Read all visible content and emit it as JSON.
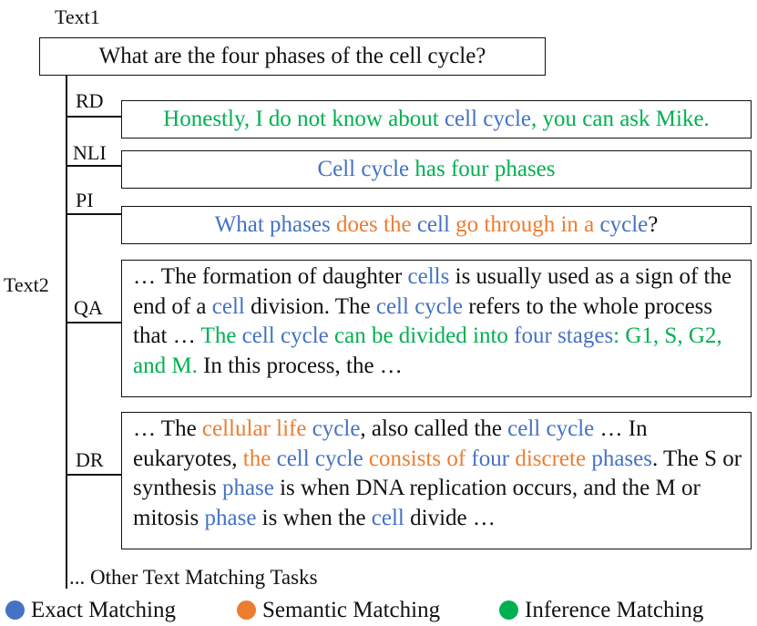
{
  "labels": {
    "text1": "Text1",
    "text2": "Text2",
    "rd": "RD",
    "nli": "NLI",
    "pi": "PI",
    "qa": "QA",
    "dr": "DR",
    "other": "... Other Text Matching Tasks"
  },
  "question": "What are the four phases of the cell cycle?",
  "rd_segments": [
    {
      "t": "Honestly, I do not know about ",
      "c": "inference"
    },
    {
      "t": "cell cycle",
      "c": "exact"
    },
    {
      "t": ", you can ask Mike.",
      "c": "inference"
    }
  ],
  "nli_segments": [
    {
      "t": "Cell cycle",
      "c": "exact"
    },
    {
      "t": " has four phases",
      "c": "inference"
    }
  ],
  "pi_segments": [
    {
      "t": "What phases ",
      "c": "exact"
    },
    {
      "t": "does the ",
      "c": "semantic"
    },
    {
      "t": "cell ",
      "c": "exact"
    },
    {
      "t": "go through in a ",
      "c": "semantic"
    },
    {
      "t": "cycle",
      "c": "exact"
    },
    {
      "t": "?",
      "c": "plain"
    }
  ],
  "qa_segments": [
    {
      "t": "… The formation of daughter ",
      "c": "plain"
    },
    {
      "t": "cells",
      "c": "exact"
    },
    {
      "t": " is usually used as a sign of the end of a ",
      "c": "plain"
    },
    {
      "t": "cell",
      "c": "exact"
    },
    {
      "t": " division. The ",
      "c": "plain"
    },
    {
      "t": "cell cycle",
      "c": "exact"
    },
    {
      "t": " refers to the whole process that … ",
      "c": "plain"
    },
    {
      "t": "The ",
      "c": "inference"
    },
    {
      "t": "cell cycle",
      "c": "exact"
    },
    {
      "t": " can be divided into ",
      "c": "inference"
    },
    {
      "t": "four stages",
      "c": "exact"
    },
    {
      "t": ":  G1, S, G2, and M.",
      "c": "inference"
    },
    {
      "t": " In this process, the …",
      "c": "plain"
    }
  ],
  "dr_segments": [
    {
      "t": "… The ",
      "c": "plain"
    },
    {
      "t": "cellular life",
      "c": "semantic"
    },
    {
      "t": " cycle",
      "c": "exact"
    },
    {
      "t": ", also called the ",
      "c": "plain"
    },
    {
      "t": "cell cycle",
      "c": "exact"
    },
    {
      "t": " … In eukaryotes, ",
      "c": "plain"
    },
    {
      "t": "the ",
      "c": "semantic"
    },
    {
      "t": "cell cycle",
      "c": "exact"
    },
    {
      "t": " consists of ",
      "c": "semantic"
    },
    {
      "t": "four",
      "c": "exact"
    },
    {
      "t": " discrete",
      "c": "semantic"
    },
    {
      "t": " phases",
      "c": "exact"
    },
    {
      "t": ". The S or synthesis ",
      "c": "plain"
    },
    {
      "t": "phase",
      "c": "exact"
    },
    {
      "t": " is when DNA replication occurs, and the M or mitosis ",
      "c": "plain"
    },
    {
      "t": "phase",
      "c": "exact"
    },
    {
      "t": " is when the ",
      "c": "plain"
    },
    {
      "t": "cell",
      "c": "exact"
    },
    {
      "t": " divide …",
      "c": "plain"
    }
  ],
  "legend": [
    {
      "label": "Exact Matching",
      "color": "#4472C4"
    },
    {
      "label": "Semantic Matching",
      "color": "#ED7D31"
    },
    {
      "label": "Inference Matching",
      "color": "#00B050"
    }
  ],
  "colors": {
    "exact": "#4472C4",
    "semantic": "#ED7D31",
    "inference": "#00B050",
    "plain": "#111111"
  }
}
